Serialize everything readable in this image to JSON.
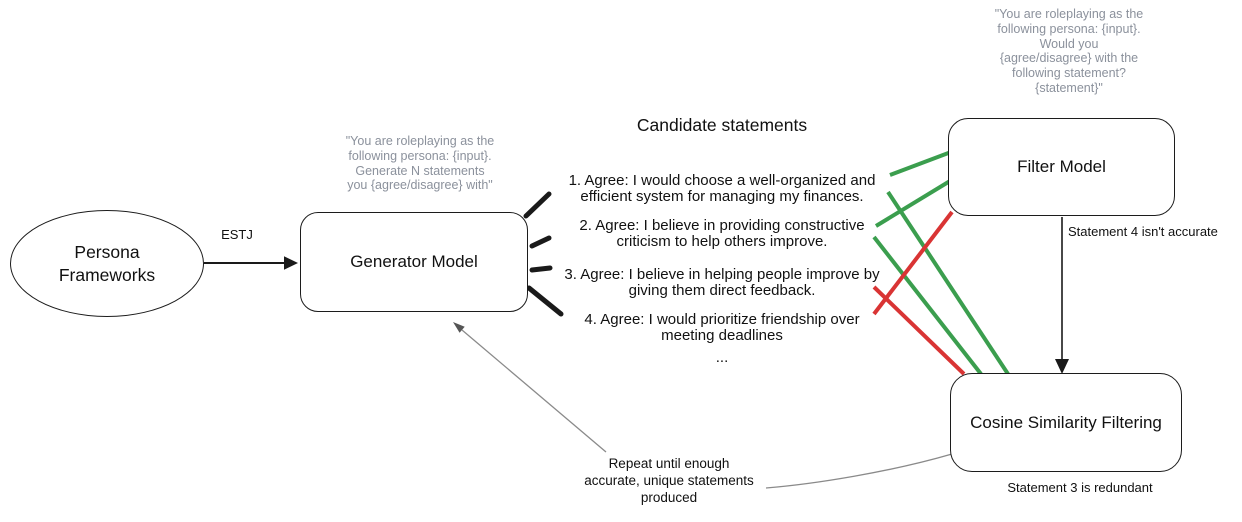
{
  "nodes": {
    "persona": "Persona\nFrameworks",
    "generator": "Generator Model",
    "filter": "Filter Model",
    "cosine": "Cosine Similarity Filtering"
  },
  "prompts": {
    "generator": "\"You are roleplaying as the\nfollowing persona: {input}.\nGenerate N statements\nyou {agree/disagree} with\"",
    "filter": "\"You are roleplaying as the\nfollowing persona: {input}.\nWould you\n{agree/disagree} with the\nfollowing statement?\n{statement}\""
  },
  "statements": {
    "title": "Candidate statements",
    "items": [
      "1. Agree: I would choose a well-organized and\nefficient system for managing my finances.",
      "2. Agree: I believe in providing constructive\ncriticism to help others improve.",
      "3. Agree: I believe in helping people improve by\ngiving them direct feedback.",
      "4. Agree: I would prioritize friendship over\nmeeting deadlines"
    ],
    "ellipsis": "..."
  },
  "labels": {
    "estj": "ESTJ",
    "statement4": "Statement 4 isn't accurate",
    "statement3": "Statement 3 is redundant",
    "repeat": "Repeat until enough\naccurate, unique statements\nproduced"
  },
  "colors": {
    "green": "#3b9e4e",
    "red": "#d93434",
    "black": "#1a1a1a",
    "gray_line": "#8a8a8a",
    "gray_text": "#8b919c"
  }
}
